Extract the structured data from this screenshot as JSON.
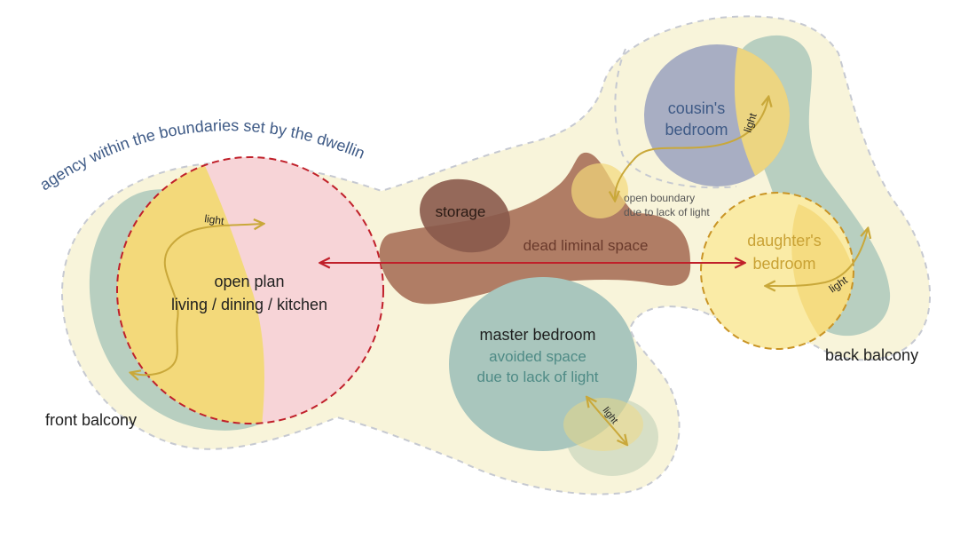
{
  "colors": {
    "envelope_fill": "#f8f4da",
    "envelope_stroke": "#c6c9d1",
    "open_plan": "#f7d4d7",
    "open_plan_stroke": "#c0202a",
    "green": "#b8cfc0",
    "yellow": "#f3d97a",
    "blue_grey": "#a8aec3",
    "daughter_fill": "#faeba6",
    "daughter_stroke": "#c99425",
    "dead_space": "#b07d65",
    "storage": "#8a5a4b",
    "master": "#a9c6bd",
    "light_arrow": "#c9a83a",
    "axis_arrow": "#c0202a",
    "blue_text": "#3e5a86",
    "yellow_text": "#c9a235",
    "teal_text": "#4f8b86",
    "brown_text": "#6a3a2c",
    "dark_text": "#1f1f1f"
  },
  "title": "agency within the boundaries set by the dwelling",
  "rooms": {
    "open_plan": {
      "line1": "open plan",
      "line2": "living / dining / kitchen",
      "light": "light"
    },
    "storage": "storage",
    "dead_space": "dead liminal space",
    "open_boundary": {
      "line1": "open boundary",
      "line2": "due to lack of light"
    },
    "cousin": {
      "line1": "cousin's",
      "line2": "bedroom",
      "light": "light"
    },
    "daughter": {
      "line1": "daughter's",
      "line2": "bedroom",
      "light": "light"
    },
    "master": {
      "line1": "master bedroom",
      "line2": "avoided space",
      "line3": "due to lack of light",
      "light": "light"
    }
  },
  "balconies": {
    "front": "front balcony",
    "back": "back balcony"
  }
}
